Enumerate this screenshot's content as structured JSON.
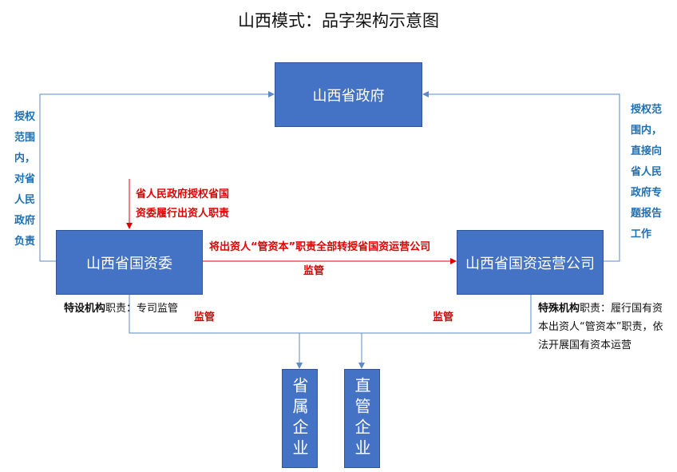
{
  "title": "山西模式：品字架构示意图",
  "nodes": {
    "government": "山西省政府",
    "sasac": "山西省国资委",
    "operating_company": "山西省国资运营公司",
    "provincial_enterprises": "省属企业",
    "direct_enterprises": "直管企业"
  },
  "labels": {
    "left_side": "授权范围内，对省人民政府负责",
    "right_side": "授权范围内，直接向省人民政府专题报告工作",
    "gov_to_sasac": "省人民政府授权省国资委履行出资人职责",
    "sasac_to_company": "将出资人“管资本”职责全部转授省国资运营公司",
    "supervise_mid": "监管",
    "supervise_left": "监管",
    "supervise_right": "监管",
    "sasac_duty_bold": "特设机构",
    "sasac_duty_rest": "职责：专司监管",
    "company_duty_bold": "特殊机构",
    "company_duty_rest": "职责：履行国有资本出资人“管资本”职责，依法开展国有资本运营"
  },
  "colors": {
    "box": "#4472c4",
    "line": "#5b8bc9",
    "red": "#e00000",
    "side_text": "#1f6fb3"
  }
}
